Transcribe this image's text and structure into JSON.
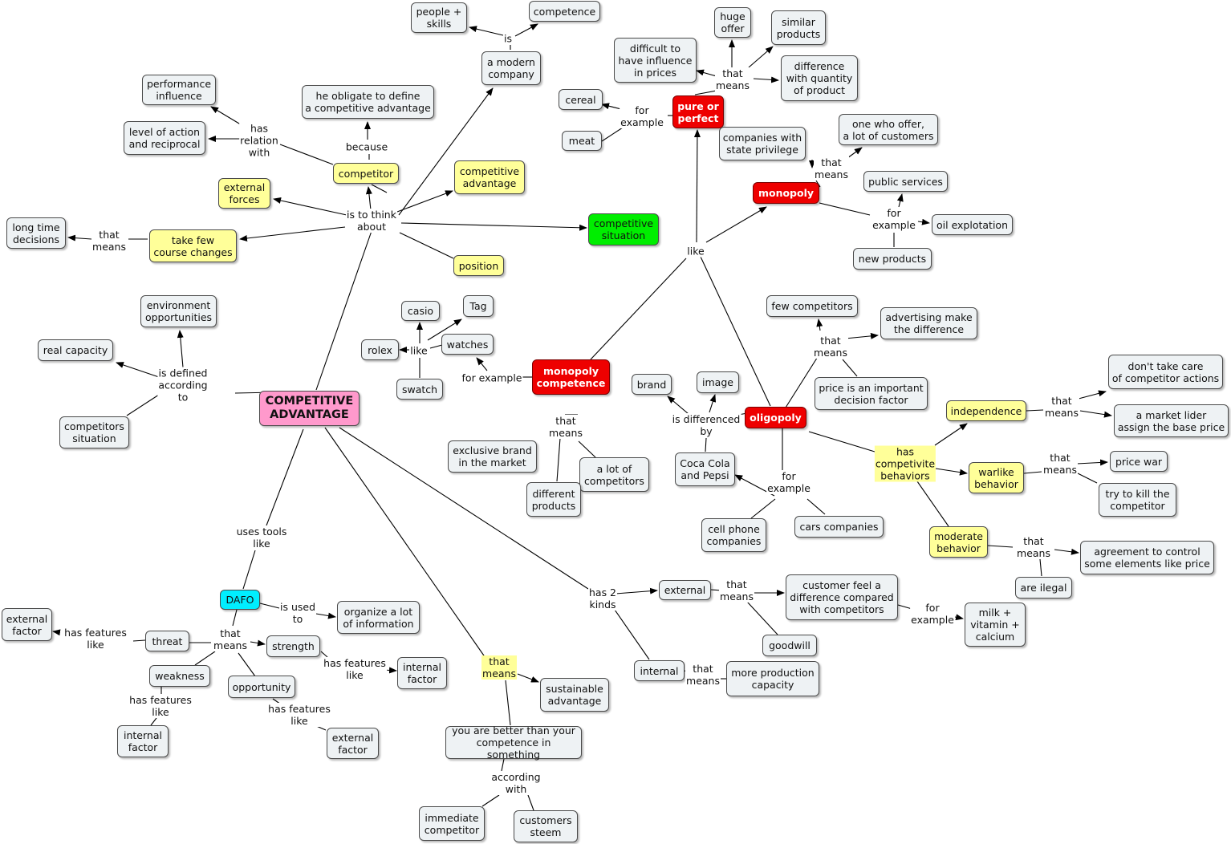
{
  "nodes": {
    "main": "COMPETITIVE\nADVANTAGE",
    "people_skills": "people +\nskills",
    "competence": "competence",
    "modern_company": "a modern\ncompany",
    "obligate": "he obligate to define\na competitive advantage",
    "performance": "performance\ninfluence",
    "level_action": "level of action\nand reciprocal",
    "competitor": "competitor",
    "comp_adv_y": "competitive\nadvantage",
    "external_forces": "external\nforces",
    "long_time": "long time\ndecisions",
    "take_few": "take few\ncourse changes",
    "position": "position",
    "comp_situation": "competitive\nsituation",
    "huge_offer": "huge\noffer",
    "similar_products": "similar\nproducts",
    "difficult": "difficult to\nhave influence\nin prices",
    "diff_quantity": "difference\nwith quantity\nof product",
    "cereal": "cereal",
    "meat": "meat",
    "pure_perfect": "pure or\nperfect",
    "state_priv": "companies with\nstate privilege",
    "one_who": "one who offer,\na lot of customers",
    "monopoly": "monopoly",
    "public_services": "public services",
    "oil": "oil explotation",
    "new_products": "new products",
    "env_opp": "environment\nopportunities",
    "real_capacity": "real capacity",
    "comp_sit_gray": "competitors\nsituation",
    "casio": "casio",
    "tag": "Tag",
    "rolex": "rolex",
    "watches": "watches",
    "swatch": "swatch",
    "mono_comp": "monopoly\ncompetence",
    "exclusive": "exclusive brand\nin the market",
    "lot_competitors": "a lot of\ncompetitors",
    "diff_products": "different\nproducts",
    "few_competitors": "few competitors",
    "advertising": "advertising make\nthe difference",
    "price_important": "price is an important\ndecision factor",
    "brand": "brand",
    "image": "image",
    "oligopoly": "oligopoly",
    "coca": "Coca Cola\nand Pepsi",
    "cell_phone": "cell phone\ncompanies",
    "cars": "cars companies",
    "dont_take": "don't take care\nof competitor actions",
    "independence": "independence",
    "market_lider": "a market lider\nassign the base price",
    "warlike": "warlike\nbehavior",
    "price_war": "price war",
    "try_kill": "try to kill the\ncompetitor",
    "moderate": "moderate\nbehavior",
    "agreement": "agreement to control\nsome elements like price",
    "are_ilegal": "are ilegal",
    "external_k": "external",
    "customer_feel": "customer feel a\ndifference compared\nwith competitors",
    "goodwill": "goodwill",
    "milk": "milk +\nvitamin +\ncalcium",
    "internal_k": "internal",
    "more_prod": "more production\ncapacity",
    "dafo": "DAFO",
    "organize": "organize a lot\nof information",
    "ext_factor1": "external\nfactor",
    "threat": "threat",
    "strength": "strength",
    "int_factor1": "internal\nfactor",
    "weakness": "weakness",
    "opportunity": "opportunity",
    "int_factor2": "internal\nfactor",
    "ext_factor2": "external\nfactor",
    "sustainable": "sustainable\nadvantage",
    "better": "you are better than your\ncompetence in something",
    "immediate": "immediate\ncompetitor",
    "customers_steem": "customers\nsteem"
  },
  "labels": {
    "is": "is",
    "because": "because",
    "has_relation": "has\nrelation\nwith",
    "think_about": "is to think\nabout",
    "that_means_long": "that\nmeans",
    "that_means_pure": "that\nmeans",
    "for_example_pure": "for\nexample",
    "that_means_mono": "that\nmeans",
    "for_example_mono": "for\nexample",
    "like_situation": "like",
    "defined_according": "is defined\naccording\nto",
    "like_watches": "like",
    "for_example_mc": "for example",
    "that_means_mc": "that\nmeans",
    "that_means_olig": "that\nmeans",
    "differenced_by": "is differenced\nby",
    "for_example_olig": "for\nexample",
    "has_behaviors": "has\ncompetivite\nbehaviors",
    "that_means_ind": "that\nmeans",
    "that_means_war": "that\nmeans",
    "that_means_mod": "that\nmeans",
    "has_2_kinds": "has 2\nkinds",
    "that_means_ext": "that\nmeans",
    "for_example_ext": "for\nexample",
    "that_means_int": "that\nmeans",
    "uses_tools": "uses tools\nlike",
    "is_used_to": "is used\nto",
    "that_means_dafo": "that\nmeans",
    "features_threat": "has features\nlike",
    "features_strength": "has features\nlike",
    "features_weakness": "has features\nlike",
    "features_opp": "has features\nlike",
    "that_means_main": "that\nmeans",
    "according_with": "according\nwith"
  },
  "colors": {
    "yellow": "#ffff99",
    "red": "#ee0000",
    "green": "#00ee00",
    "cyan": "#00eeff",
    "pink": "#ff99cc",
    "gray": "#eef2f4"
  }
}
